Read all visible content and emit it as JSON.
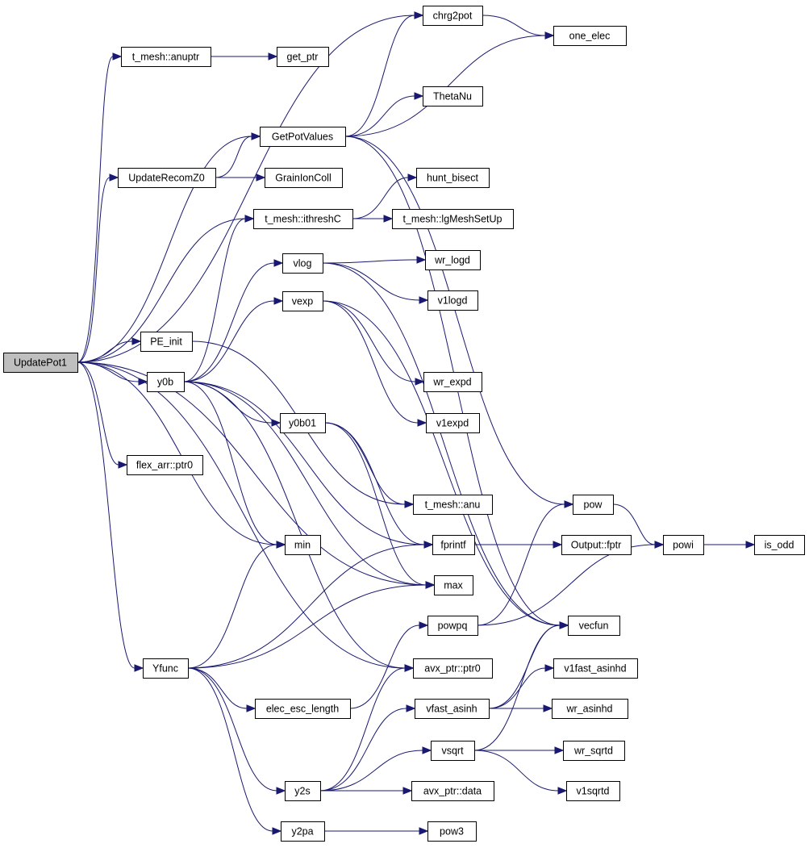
{
  "graph": {
    "root": "UpdatePot1",
    "nodes": [
      {
        "id": "UpdatePot1",
        "label": "UpdatePot1",
        "root": true
      },
      {
        "id": "chrg2pot",
        "label": "chrg2pot"
      },
      {
        "id": "one_elec",
        "label": "one_elec"
      },
      {
        "id": "anuptr",
        "label": "t_mesh::anuptr"
      },
      {
        "id": "get_ptr",
        "label": "get_ptr"
      },
      {
        "id": "ThetaNu",
        "label": "ThetaNu"
      },
      {
        "id": "GetPotValues",
        "label": "GetPotValues"
      },
      {
        "id": "UpdateRecomZ0",
        "label": "UpdateRecomZ0"
      },
      {
        "id": "GrainIonColl",
        "label": "GrainIonColl"
      },
      {
        "id": "hunt_bisect",
        "label": "hunt_bisect"
      },
      {
        "id": "ithreshC",
        "label": "t_mesh::ithreshC"
      },
      {
        "id": "lgMeshSetUp",
        "label": "t_mesh::lgMeshSetUp"
      },
      {
        "id": "vlog",
        "label": "vlog"
      },
      {
        "id": "wr_logd",
        "label": "wr_logd"
      },
      {
        "id": "v1logd",
        "label": "v1logd"
      },
      {
        "id": "vexp",
        "label": "vexp"
      },
      {
        "id": "PE_init",
        "label": "PE_init"
      },
      {
        "id": "y0b",
        "label": "y0b"
      },
      {
        "id": "wr_expd",
        "label": "wr_expd"
      },
      {
        "id": "y0b01",
        "label": "y0b01"
      },
      {
        "id": "v1expd",
        "label": "v1expd"
      },
      {
        "id": "ptr0",
        "label": "flex_arr::ptr0"
      },
      {
        "id": "anu",
        "label": "t_mesh::anu"
      },
      {
        "id": "pow",
        "label": "pow"
      },
      {
        "id": "powi",
        "label": "powi"
      },
      {
        "id": "is_odd",
        "label": "is_odd"
      },
      {
        "id": "min",
        "label": "min"
      },
      {
        "id": "fprintf",
        "label": "fprintf"
      },
      {
        "id": "fptr",
        "label": "Output::fptr"
      },
      {
        "id": "max",
        "label": "max"
      },
      {
        "id": "powpq",
        "label": "powpq"
      },
      {
        "id": "vecfun",
        "label": "vecfun"
      },
      {
        "id": "Yfunc",
        "label": "Yfunc"
      },
      {
        "id": "avxptr0",
        "label": "avx_ptr::ptr0"
      },
      {
        "id": "v1fast_asinhd",
        "label": "v1fast_asinhd"
      },
      {
        "id": "elec_esc_length",
        "label": "elec_esc_length"
      },
      {
        "id": "vfast_asinh",
        "label": "vfast_asinh"
      },
      {
        "id": "wr_asinhd",
        "label": "wr_asinhd"
      },
      {
        "id": "vsqrt",
        "label": "vsqrt"
      },
      {
        "id": "wr_sqrtd",
        "label": "wr_sqrtd"
      },
      {
        "id": "y2s",
        "label": "y2s"
      },
      {
        "id": "avxdata",
        "label": "avx_ptr::data"
      },
      {
        "id": "v1sqrtd",
        "label": "v1sqrtd"
      },
      {
        "id": "y2pa",
        "label": "y2pa"
      },
      {
        "id": "pow3",
        "label": "pow3"
      }
    ],
    "edges": [
      [
        "UpdatePot1",
        "anuptr"
      ],
      [
        "UpdatePot1",
        "chrg2pot"
      ],
      [
        "UpdatePot1",
        "GetPotValues"
      ],
      [
        "UpdatePot1",
        "UpdateRecomZ0"
      ],
      [
        "UpdatePot1",
        "ithreshC"
      ],
      [
        "UpdatePot1",
        "PE_init"
      ],
      [
        "UpdatePot1",
        "y0b"
      ],
      [
        "UpdatePot1",
        "ptr0"
      ],
      [
        "UpdatePot1",
        "min"
      ],
      [
        "UpdatePot1",
        "max"
      ],
      [
        "UpdatePot1",
        "Yfunc"
      ],
      [
        "UpdatePot1",
        "avxptr0"
      ],
      [
        "anuptr",
        "get_ptr"
      ],
      [
        "chrg2pot",
        "one_elec"
      ],
      [
        "GetPotValues",
        "chrg2pot"
      ],
      [
        "GetPotValues",
        "one_elec"
      ],
      [
        "GetPotValues",
        "ThetaNu"
      ],
      [
        "GetPotValues",
        "pow"
      ],
      [
        "GetPotValues",
        "vecfun"
      ],
      [
        "UpdateRecomZ0",
        "GetPotValues"
      ],
      [
        "UpdateRecomZ0",
        "GrainIonColl"
      ],
      [
        "ithreshC",
        "hunt_bisect"
      ],
      [
        "ithreshC",
        "lgMeshSetUp"
      ],
      [
        "vlog",
        "wr_logd"
      ],
      [
        "vlog",
        "v1logd"
      ],
      [
        "vlog",
        "vecfun"
      ],
      [
        "vexp",
        "wr_expd"
      ],
      [
        "vexp",
        "v1expd"
      ],
      [
        "vexp",
        "vecfun"
      ],
      [
        "PE_init",
        "anu"
      ],
      [
        "y0b",
        "ithreshC"
      ],
      [
        "y0b",
        "vlog"
      ],
      [
        "y0b",
        "vexp"
      ],
      [
        "y0b",
        "y0b01"
      ],
      [
        "y0b",
        "min"
      ],
      [
        "y0b",
        "fprintf"
      ],
      [
        "y0b",
        "max"
      ],
      [
        "y0b",
        "avxptr0"
      ],
      [
        "y0b01",
        "anu"
      ],
      [
        "y0b01",
        "fprintf"
      ],
      [
        "y0b01",
        "max"
      ],
      [
        "fprintf",
        "fptr"
      ],
      [
        "pow",
        "powi"
      ],
      [
        "powi",
        "is_odd"
      ],
      [
        "powpq",
        "pow"
      ],
      [
        "powpq",
        "powi"
      ],
      [
        "Yfunc",
        "min"
      ],
      [
        "Yfunc",
        "fprintf"
      ],
      [
        "Yfunc",
        "max"
      ],
      [
        "Yfunc",
        "elec_esc_length"
      ],
      [
        "Yfunc",
        "y2s"
      ],
      [
        "Yfunc",
        "y2pa"
      ],
      [
        "elec_esc_length",
        "powpq"
      ],
      [
        "y2s",
        "avxptr0"
      ],
      [
        "y2s",
        "vfast_asinh"
      ],
      [
        "y2s",
        "vsqrt"
      ],
      [
        "y2s",
        "avxdata"
      ],
      [
        "vfast_asinh",
        "v1fast_asinhd"
      ],
      [
        "vfast_asinh",
        "wr_asinhd"
      ],
      [
        "vfast_asinh",
        "vecfun"
      ],
      [
        "vsqrt",
        "wr_sqrtd"
      ],
      [
        "vsqrt",
        "v1sqrtd"
      ],
      [
        "vsqrt",
        "vecfun"
      ],
      [
        "y2pa",
        "pow3"
      ]
    ]
  }
}
